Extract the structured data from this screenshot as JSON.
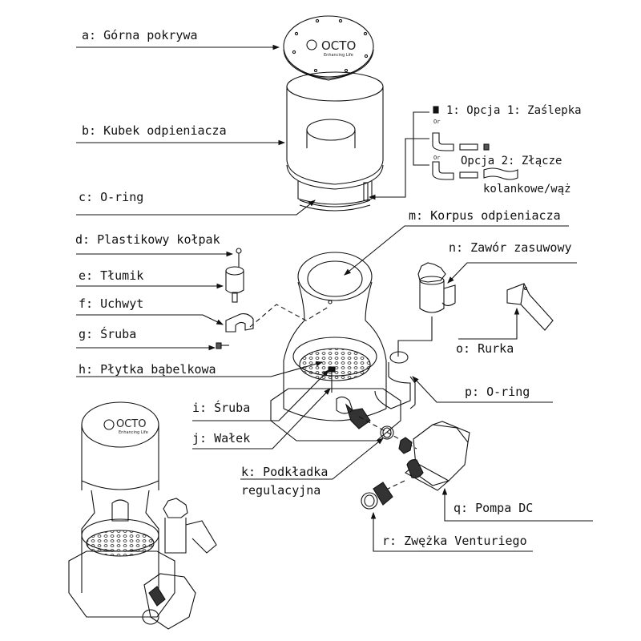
{
  "diagram": {
    "title": "",
    "brand": {
      "logo_text": "OCTO",
      "logo_tagline": "Enhancing Life"
    },
    "parts": [
      {
        "key": "a",
        "label": "a: Górna pokrywa"
      },
      {
        "key": "b",
        "label": "b: Kubek odpieniacza"
      },
      {
        "key": "c",
        "label": "c: O-ring"
      },
      {
        "key": "d",
        "label": "d: Plastikowy kołpak"
      },
      {
        "key": "e",
        "label": "e: Tłumik"
      },
      {
        "key": "f",
        "label": "f: Uchwyt"
      },
      {
        "key": "g",
        "label": "g: Śruba"
      },
      {
        "key": "h",
        "label": "h: Płytka bąbelkowa"
      },
      {
        "key": "i",
        "label": "i: Śruba"
      },
      {
        "key": "j",
        "label": "j: Wałek"
      },
      {
        "key": "k",
        "label_line1": "k: Podkładka",
        "label_line2": "regulacyjna"
      },
      {
        "key": "m",
        "label": "m: Korpus odpieniacza"
      },
      {
        "key": "n",
        "label": "n: Zawór zasuwowy"
      },
      {
        "key": "o",
        "label": "o: Rurka"
      },
      {
        "key": "p",
        "label": "p: O-ring"
      },
      {
        "key": "q",
        "label": "q: Pompa DC"
      },
      {
        "key": "r",
        "label": "r: Zwężka Venturiego"
      }
    ],
    "options": {
      "option1": "1: Opcja 1: Zaślepka",
      "or1": "Or",
      "or2": "Or",
      "option2_line1": "Opcja 2: Złącze",
      "option2_line2": "kolankowe/wąż"
    }
  }
}
